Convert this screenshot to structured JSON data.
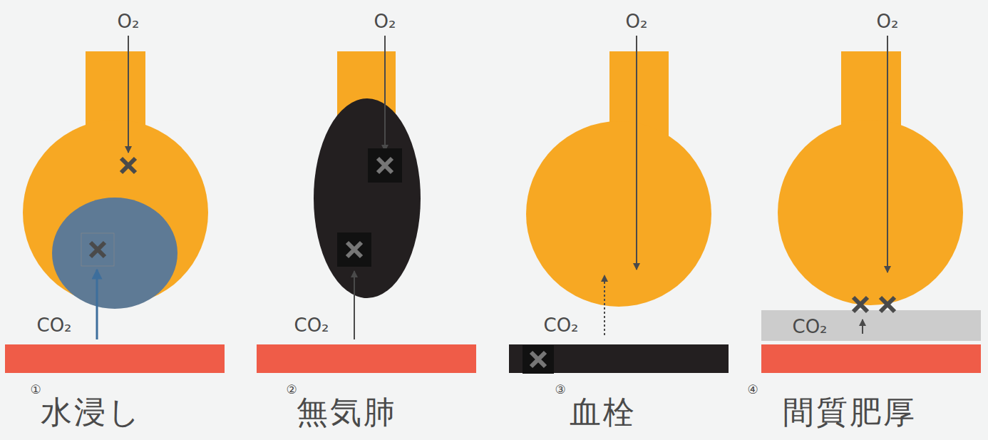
{
  "diagram": {
    "labels": [
      "O₂",
      "CO₂",
      "①",
      "水浸し",
      "O₂",
      "CO₂",
      "②",
      "無気肺",
      "O₂",
      "CO₂",
      "③",
      "血栓",
      "O₂",
      "CO₂",
      "④",
      "間質肥厚"
    ]
  }
}
